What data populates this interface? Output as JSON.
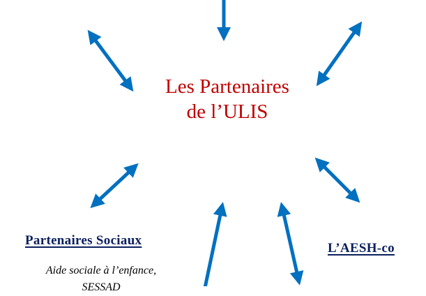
{
  "title": {
    "line1": "Les Partenaires",
    "line2": "de l’ULIS"
  },
  "partners": [
    {
      "heading": "Partenaires Sociaux",
      "description_lines": [
        "Aide sociale à l’enfance,",
        "SESSAD"
      ]
    },
    {
      "heading": "L’AESH-co"
    }
  ],
  "colors": {
    "arrow": "#0070c0",
    "title": "#c00000",
    "heading": "#0b1f5c"
  }
}
